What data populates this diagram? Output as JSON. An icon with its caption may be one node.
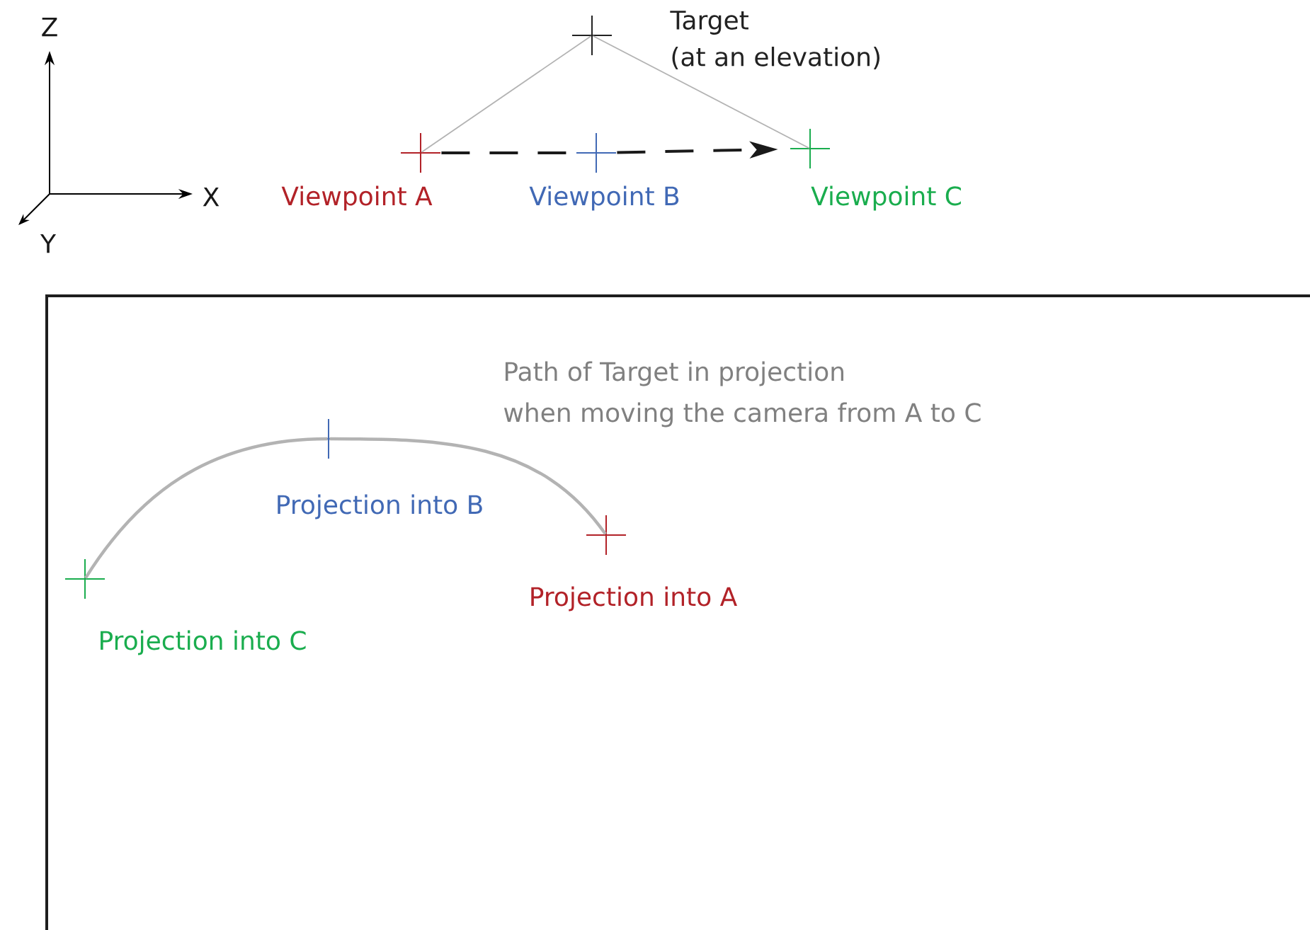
{
  "diagram": {
    "nodes": [
      {
        "text": [
          "Target",
          "(at an elevation)"
        ]
      },
      {
        "text": [
          "Viewpoint A"
        ]
      },
      {
        "text": [
          "Viewpoint B"
        ]
      },
      {
        "text": [
          "Viewpoint C"
        ]
      },
      {
        "text": [
          "Projection into B"
        ]
      },
      {
        "text": [
          "Projection into A"
        ]
      },
      {
        "text": [
          "Projection into C"
        ]
      }
    ],
    "edges": [
      {
        "from": 0,
        "to": 1,
        "arrow": "none",
        "color": "#b3b3b3"
      },
      {
        "from": 0,
        "to": 3,
        "arrow": "none",
        "color": "#b3b3b3"
      },
      {
        "from": 1,
        "to": 2,
        "arrow": "none",
        "style": "dashed",
        "color": "#1a1a1a"
      },
      {
        "from": 2,
        "to": 3,
        "arrow": "to",
        "style": "dashed",
        "color": "#1a1a1a"
      },
      {
        "from": 6,
        "to": 4,
        "arrow": "none",
        "color": "#b3b3b3"
      },
      {
        "from": 4,
        "to": 5,
        "arrow": "none",
        "color": "#b3b3b3"
      }
    ],
    "labels": [
      "Z",
      "X",
      "Y",
      "Path of Target in projection",
      "when moving the camera from A to C"
    ]
  }
}
